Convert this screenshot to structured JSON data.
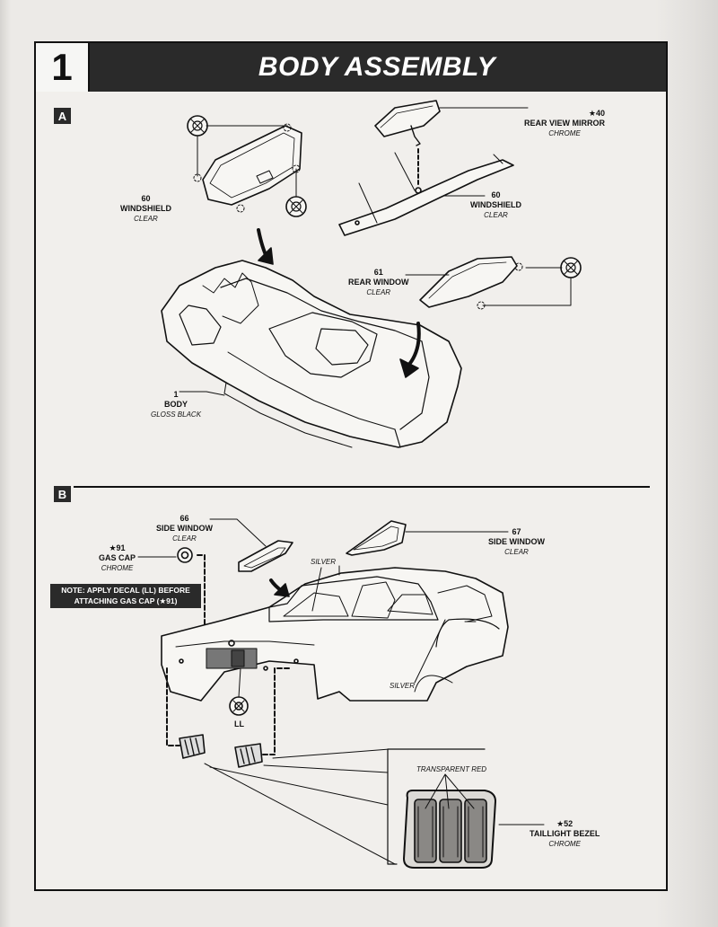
{
  "header": {
    "step_number": "1",
    "title": "BODY ASSEMBLY"
  },
  "sections": {
    "a": "A",
    "b": "B"
  },
  "parts_a": {
    "windshield_left": {
      "number": "60",
      "name": "WINDSHIELD",
      "finish": "CLEAR"
    },
    "windshield_right": {
      "number": "60",
      "name": "WINDSHIELD",
      "finish": "CLEAR"
    },
    "rear_view_mirror": {
      "number": "★40",
      "name": "REAR VIEW MIRROR",
      "finish": "CHROME"
    },
    "rear_window": {
      "number": "61",
      "name": "REAR WINDOW",
      "finish": "CLEAR"
    },
    "body": {
      "number": "1",
      "name": "BODY",
      "finish": "GLOSS BLACK"
    }
  },
  "parts_b": {
    "side_window_left": {
      "number": "66",
      "name": "SIDE WINDOW",
      "finish": "CLEAR"
    },
    "side_window_right": {
      "number": "67",
      "name": "SIDE WINDOW",
      "finish": "CLEAR"
    },
    "gas_cap": {
      "number": "★91",
      "name": "GAS CAP",
      "finish": "CHROME"
    },
    "taillight_bezel": {
      "number": "★52",
      "name": "TAILLIGHT BEZEL",
      "finish": "CHROME"
    },
    "paint_silver_top": "SILVER",
    "paint_silver_bottom": "SILVER",
    "transparent_red": "TRANSPARENT RED",
    "decal_ll": "LL",
    "note_line1": "NOTE: APPLY DECAL (LL) BEFORE",
    "note_line2": "ATTACHING GAS CAP (★91)"
  }
}
